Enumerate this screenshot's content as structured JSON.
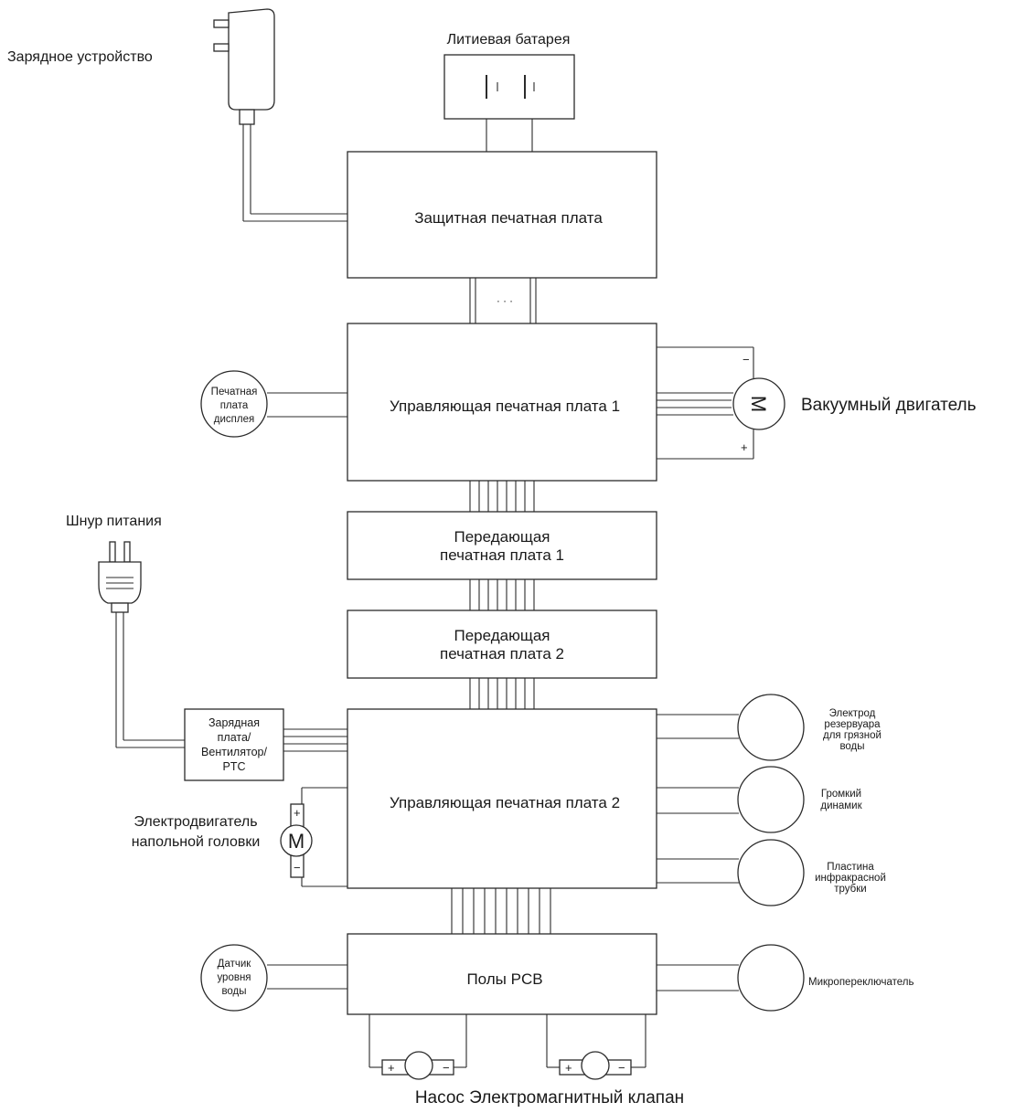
{
  "labels": {
    "charger": "Зарядное устройство",
    "battery": "Литиевая батарея",
    "protection_pcb": "Защитная печатная плата",
    "dots": "· · ·",
    "control_pcb_1": "Управляющая печатная плата 1",
    "display_pcb": [
      "Печатная",
      "плата",
      "дисплея"
    ],
    "vacuum_motor": "Вакуумный двигатель",
    "power_cord": "Шнур питания",
    "transmit_pcb_1": [
      "Передающая",
      "печатная плата 1"
    ],
    "transmit_pcb_2": [
      "Передающая",
      "печатная плата 2"
    ],
    "charging_board": [
      "Зарядная",
      "плата/",
      "Вентилятор/",
      "PTC"
    ],
    "control_pcb_2": "Управляющая печатная плата 2",
    "floor_head_motor": [
      "Электродвигатель",
      "напольной головки"
    ],
    "dirty_water_electrode": [
      "Электрод",
      "резервуара",
      "для грязной",
      "воды"
    ],
    "speaker": [
      "Громкий",
      "динамик"
    ],
    "infrared_plate": [
      "Пластина",
      "инфракрасной",
      "трубки"
    ],
    "water_level_sensor": [
      "Датчик",
      "уровня",
      "воды"
    ],
    "floor_pcb": "Полы PCB",
    "microswitch": "Микропереключатель",
    "pump_valve": "Насос Электромагнитный клапан",
    "motor_symbol": "M",
    "plus": "+",
    "minus": "−"
  }
}
